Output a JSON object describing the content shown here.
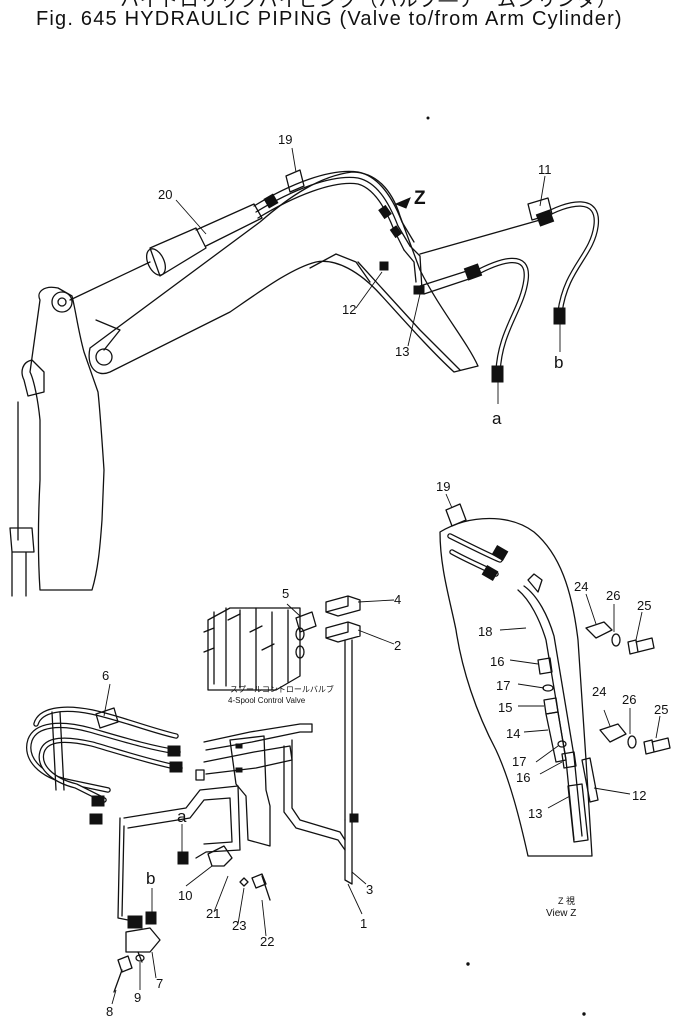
{
  "title": {
    "japanese": "ハイドロリックパイピング（バルブ―アームシリンダ）",
    "english": "Fig. 645 HYDRAULIC PIPING (Valve to/from Arm Cylinder)"
  },
  "callouts": {
    "n1": "1",
    "n2": "2",
    "n3": "3",
    "n4": "4",
    "n5": "5",
    "n6": "6",
    "n7": "7",
    "n8": "8",
    "n9": "9",
    "n10": "10",
    "n11": "11",
    "n12": "12",
    "n13": "13",
    "n14": "14",
    "n15": "15",
    "n16": "16",
    "n17": "17",
    "n18": "18",
    "n19": "19",
    "n20": "20",
    "n21": "21",
    "n22": "22",
    "n23": "23",
    "n24": "24",
    "n25": "25",
    "n26": "26"
  },
  "connection_letters": {
    "a": "a",
    "b": "b",
    "z": "Z"
  },
  "captions": {
    "valve_jp": "スプールコントロールバルブ",
    "valve_en": "4-Spool Control Valve",
    "view_jp": "Z 視",
    "view_en": "View Z"
  }
}
